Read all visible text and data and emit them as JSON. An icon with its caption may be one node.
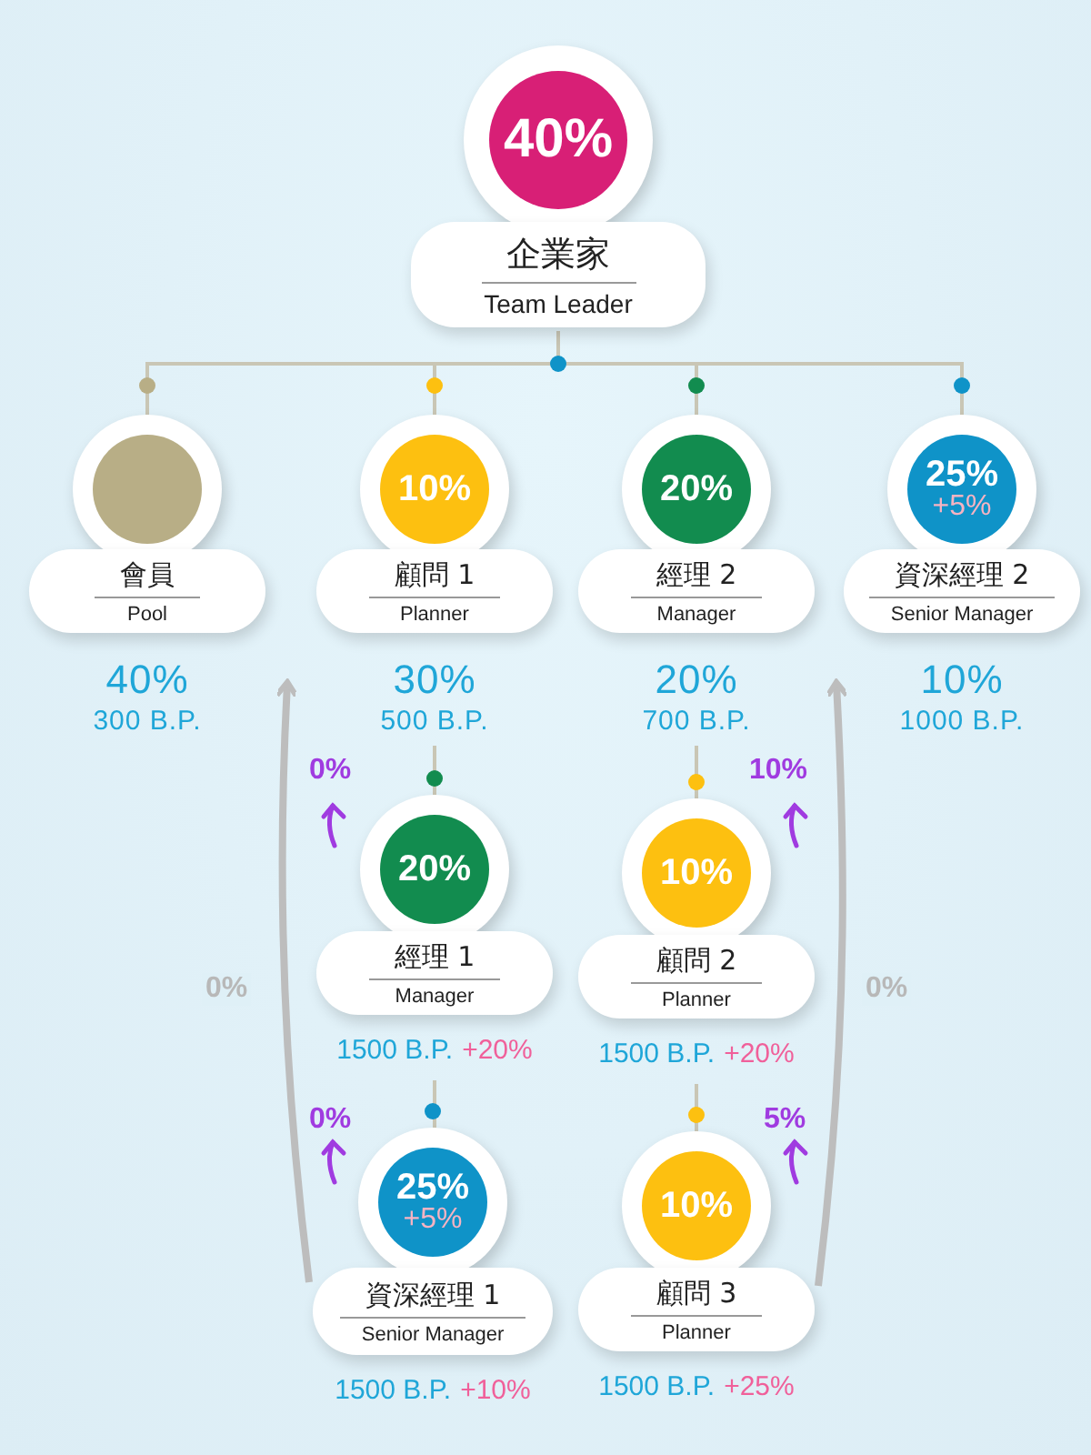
{
  "diagram": {
    "nodes": [
      {
        "text": [
          "40%",
          "企業家",
          "Team Leader"
        ]
      },
      {
        "text": [
          "會員",
          "Pool"
        ],
        "beside": [
          "40%",
          "300 B.P."
        ]
      },
      {
        "text": [
          "10%",
          "顧問 1",
          "Planner"
        ],
        "beside": [
          "30%",
          "500 B.P."
        ]
      },
      {
        "text": [
          "20%",
          "經理 2",
          "Manager"
        ],
        "beside": [
          "20%",
          "700 B.P."
        ]
      },
      {
        "text": [
          "25%",
          "+5%",
          "資深經理 2",
          "Senior Manager"
        ],
        "beside": [
          "10%",
          "1000 B.P."
        ]
      },
      {
        "text": [
          "20%",
          "經理 1",
          "Manager"
        ],
        "beside": [
          "1500 B.P.",
          "+20%"
        ]
      },
      {
        "text": [
          "25%",
          "+5%",
          "資深經理 1",
          "Senior Manager"
        ],
        "beside": [
          "1500 B.P.",
          "+10%"
        ]
      },
      {
        "text": [
          "10%",
          "顧問 2",
          "Planner"
        ],
        "beside": [
          "1500 B.P.",
          "+20%"
        ]
      },
      {
        "text": [
          "10%",
          "顧問 3",
          "Planner"
        ],
        "beside": [
          "1500 B.P.",
          "+25%"
        ]
      }
    ],
    "edges": [
      {
        "from": 0,
        "to": 1,
        "arrow": "none"
      },
      {
        "from": 0,
        "to": 2,
        "arrow": "none"
      },
      {
        "from": 0,
        "to": 3,
        "arrow": "none"
      },
      {
        "from": 0,
        "to": 4,
        "arrow": "none"
      },
      {
        "from": 2,
        "to": 5,
        "arrow": "none"
      },
      {
        "from": 5,
        "to": 6,
        "arrow": "none"
      },
      {
        "from": 3,
        "to": 7,
        "arrow": "none"
      },
      {
        "from": 7,
        "to": 8,
        "arrow": "none"
      },
      {
        "from": 6,
        "to": 1,
        "arrow": "to",
        "label": "0%",
        "style": "thick"
      },
      {
        "from": 8,
        "to": 4,
        "arrow": "to",
        "label": "0%",
        "style": "thick"
      }
    ],
    "labels": [
      "0%",
      "10%",
      "0%",
      "5%"
    ]
  }
}
